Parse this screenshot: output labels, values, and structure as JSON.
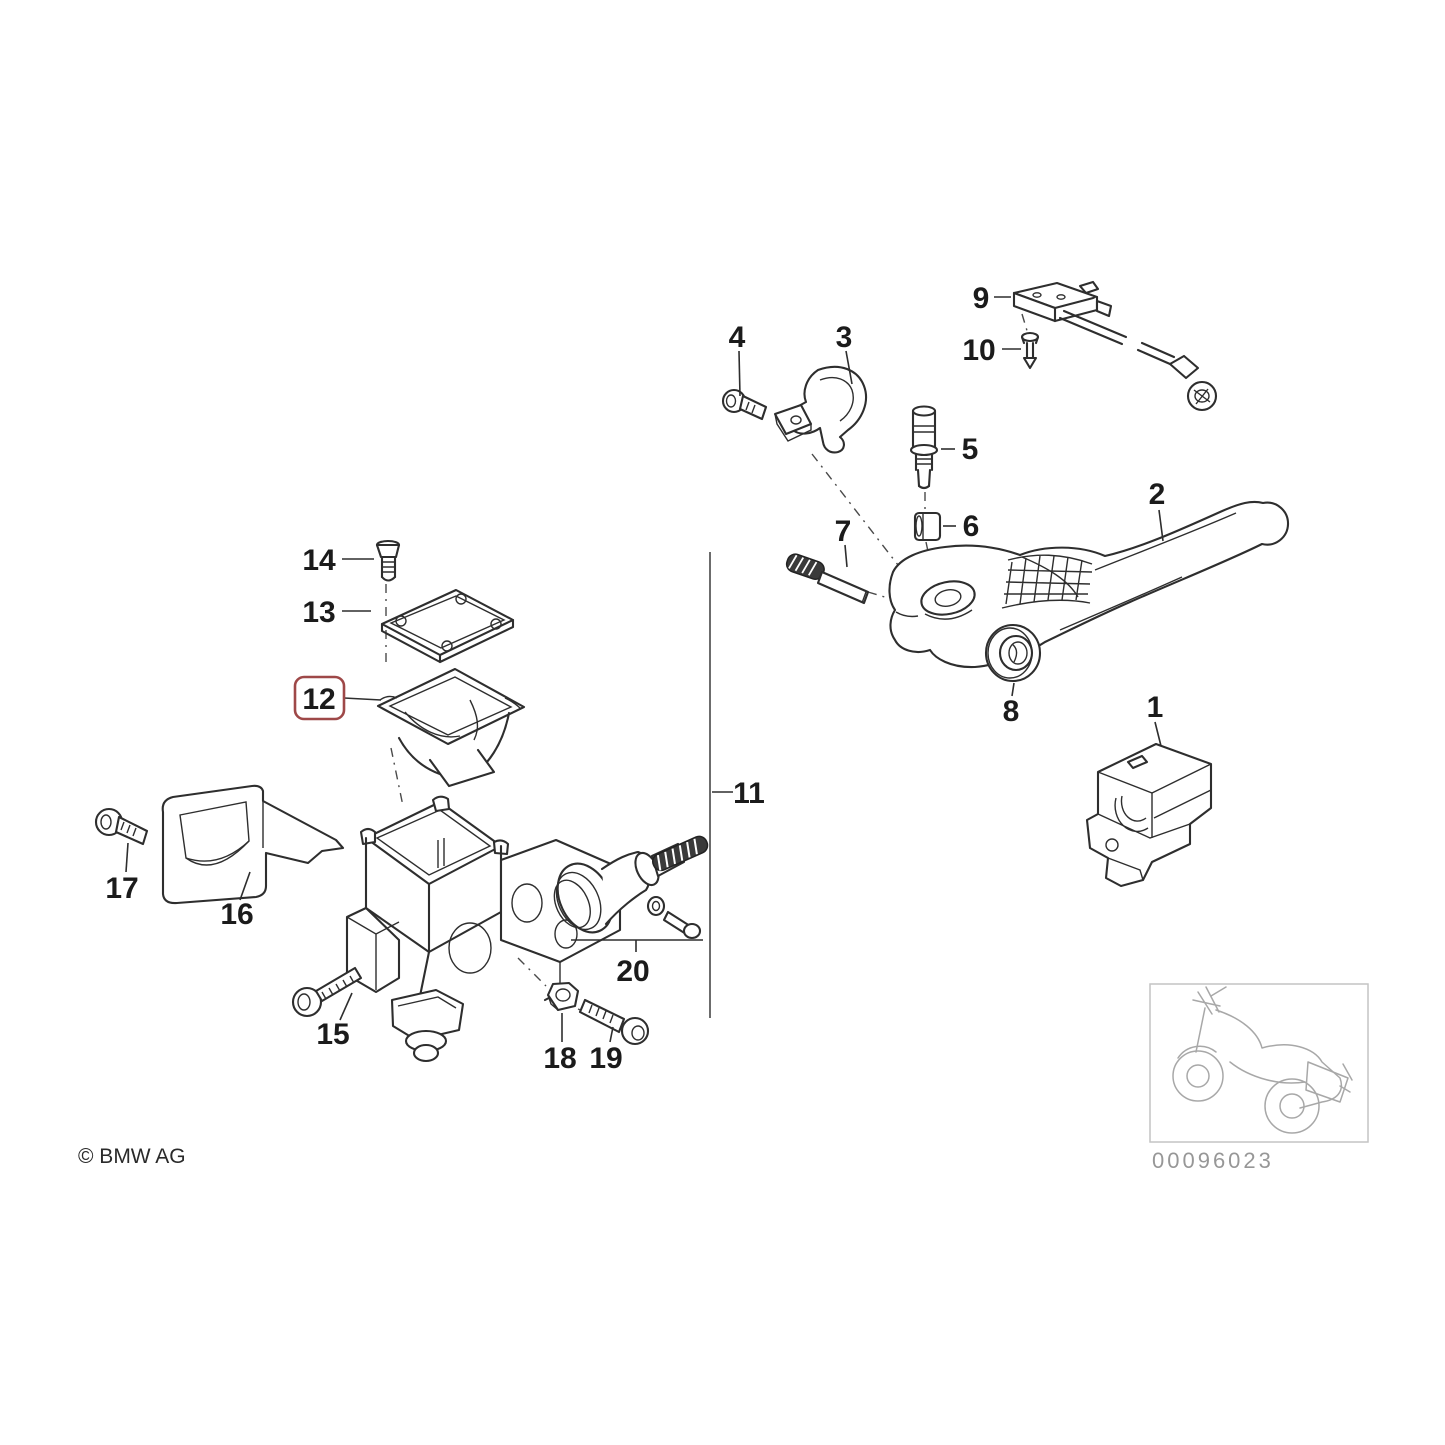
{
  "diagram": {
    "copyright": "© BMW AG",
    "image_number": "00096023",
    "highlight_color": "#9e4848",
    "line_color": "#2e2e2e",
    "highlighted_part": "12"
  },
  "callouts": [
    {
      "label": "1",
      "highlighted": false
    },
    {
      "label": "2",
      "highlighted": false
    },
    {
      "label": "3",
      "highlighted": false
    },
    {
      "label": "4",
      "highlighted": false
    },
    {
      "label": "5",
      "highlighted": false
    },
    {
      "label": "6",
      "highlighted": false
    },
    {
      "label": "7",
      "highlighted": false
    },
    {
      "label": "8",
      "highlighted": false
    },
    {
      "label": "9",
      "highlighted": false
    },
    {
      "label": "10",
      "highlighted": false
    },
    {
      "label": "11",
      "highlighted": false
    },
    {
      "label": "12",
      "highlighted": true
    },
    {
      "label": "13",
      "highlighted": false
    },
    {
      "label": "14",
      "highlighted": false
    },
    {
      "label": "15",
      "highlighted": false
    },
    {
      "label": "16",
      "highlighted": false
    },
    {
      "label": "17",
      "highlighted": false
    },
    {
      "label": "18",
      "highlighted": false
    },
    {
      "label": "19",
      "highlighted": false
    },
    {
      "label": "20",
      "highlighted": false
    }
  ]
}
